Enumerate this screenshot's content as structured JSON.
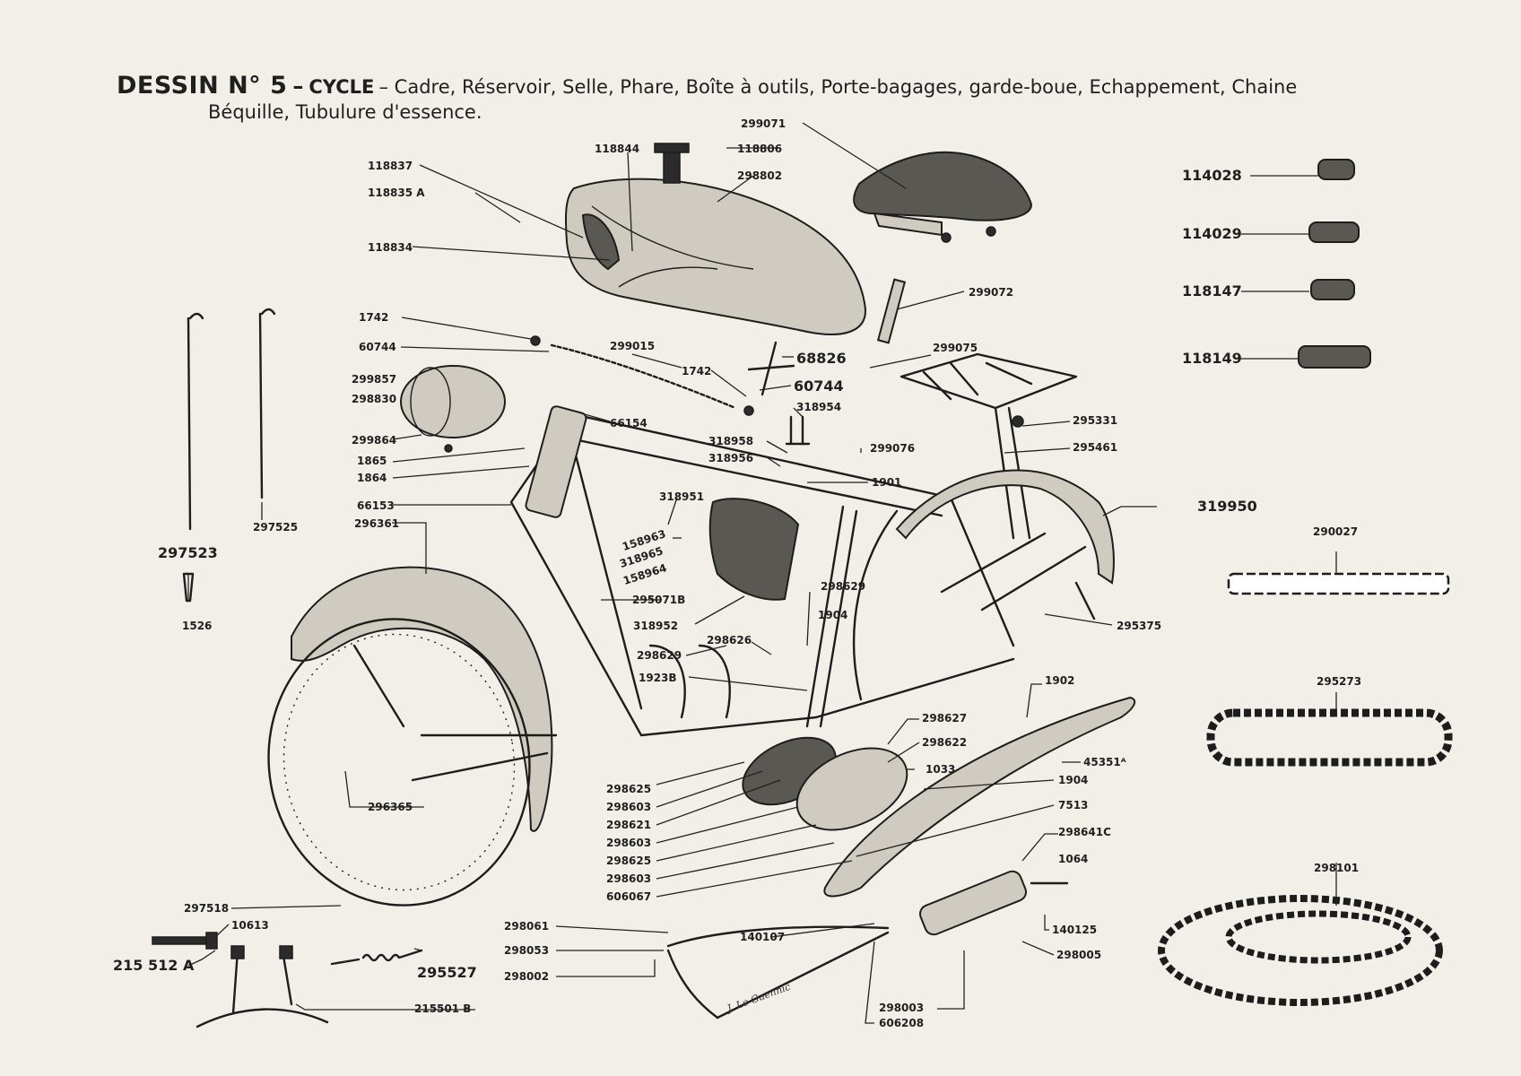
{
  "heading": {
    "prefix": "DESSIN N° 5",
    "dash": "–",
    "section": "CYCLE",
    "items_line1": "– Cadre, Réservoir, Selle, Phare, Boîte à outils, Porte-bagages, garde-boue, Echappement, Chaine",
    "items_line2": "Béquille, Tubulure d'essence."
  },
  "labels": {
    "p118844": "118844",
    "p118806": "118806",
    "p299071": "299071",
    "p298802": "298802",
    "p118837": "118837",
    "p118835A": "118835 A",
    "p118834": "118834",
    "p114028": "114028",
    "p114029": "114029",
    "p118147": "118147",
    "p118149": "118149",
    "p299072": "299072",
    "p1742a": "1742",
    "p60744a": "60744",
    "p299015": "299015",
    "p299857": "299857",
    "p298830": "298830",
    "p1742b": "1742",
    "p68826": "68826",
    "p60744b": "60744",
    "p299075": "299075",
    "p318954": "318954",
    "p66154": "66154",
    "p299864": "299864",
    "p1865": "1865",
    "p1864": "1864",
    "p318958": "318958",
    "p318956": "318956",
    "p299076": "299076",
    "p1901": "1901",
    "p295331": "295331",
    "p295461": "295461",
    "p66153": "66153",
    "p296361": "296361",
    "p297525": "297525",
    "p297523": "297523",
    "p1526": "1526",
    "p318951": "318951",
    "p158963": "158963",
    "p318965": "318965",
    "p158964": "158964",
    "p319950": "319950",
    "p290027": "290027",
    "p295071B": "295071B",
    "p298629a": "298629",
    "p318952": "318952",
    "p1904a": "1904",
    "p295375": "295375",
    "p298626": "298626",
    "p298629b": "298629",
    "p1923B": "1923B",
    "p1902": "1902",
    "p295273": "295273",
    "p298627": "298627",
    "p298622": "298622",
    "p45351A": "45351ᴬ",
    "p1033": "1033",
    "p296365": "296365",
    "p1904b": "1904",
    "p7513": "7513",
    "p298625a": "298625",
    "p298603a": "298603",
    "p298621": "298621",
    "p298603b": "298603",
    "p298625b": "298625",
    "p298603c": "298603",
    "p606067": "606067",
    "p298641C": "298641C",
    "p1064": "1064",
    "p298101": "298101",
    "p297518": "297518",
    "p10613": "10613",
    "p215512A": "215 512 A",
    "p298061": "298061",
    "p298053": "298053",
    "p298002": "298002",
    "p140107": "140107",
    "p140125": "140125",
    "p298005": "298005",
    "p295527": "295527",
    "p215501B": "215501 B",
    "p298003": "298003",
    "p606208": "606208"
  },
  "signature": "J. Le Guennic"
}
